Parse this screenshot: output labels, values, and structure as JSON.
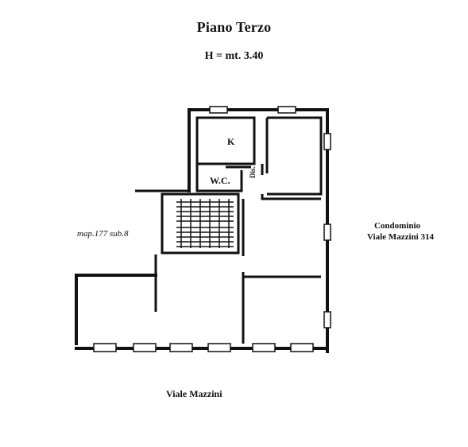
{
  "title": "Piano Terzo",
  "height_label": "H = mt. 3.40",
  "rooms": {
    "kitchen": "K",
    "wc": "W.C.",
    "storage": "Dis."
  },
  "map_reference": "map.177 sub.8",
  "neighbor": {
    "line1": "Condominio",
    "line2": "Viale Mazzini 314"
  },
  "street": "Viale Mazzini"
}
